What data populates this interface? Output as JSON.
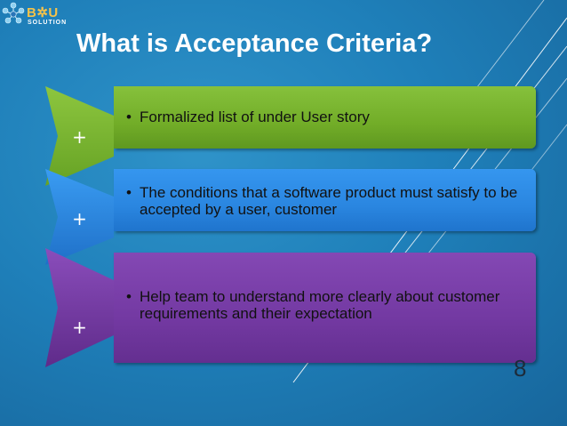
{
  "logo": {
    "brand": "B✲U",
    "tagline": "SOLUTION"
  },
  "slide": {
    "title": "What is Acceptance Criteria?",
    "number": "8"
  },
  "colors": {
    "green": "#7cb630",
    "blue": "#2d8ce6",
    "purple": "#7a3da8"
  },
  "items": [
    {
      "marker": "+",
      "bullet": "•",
      "text": "Formalized list of under User story"
    },
    {
      "marker": "+",
      "bullet": "•",
      "text": "The conditions that a software product must satisfy to be accepted by a user, customer"
    },
    {
      "marker": "+",
      "bullet": "•",
      "text": "Help team to understand more clearly about customer requirements and their expectation"
    }
  ]
}
